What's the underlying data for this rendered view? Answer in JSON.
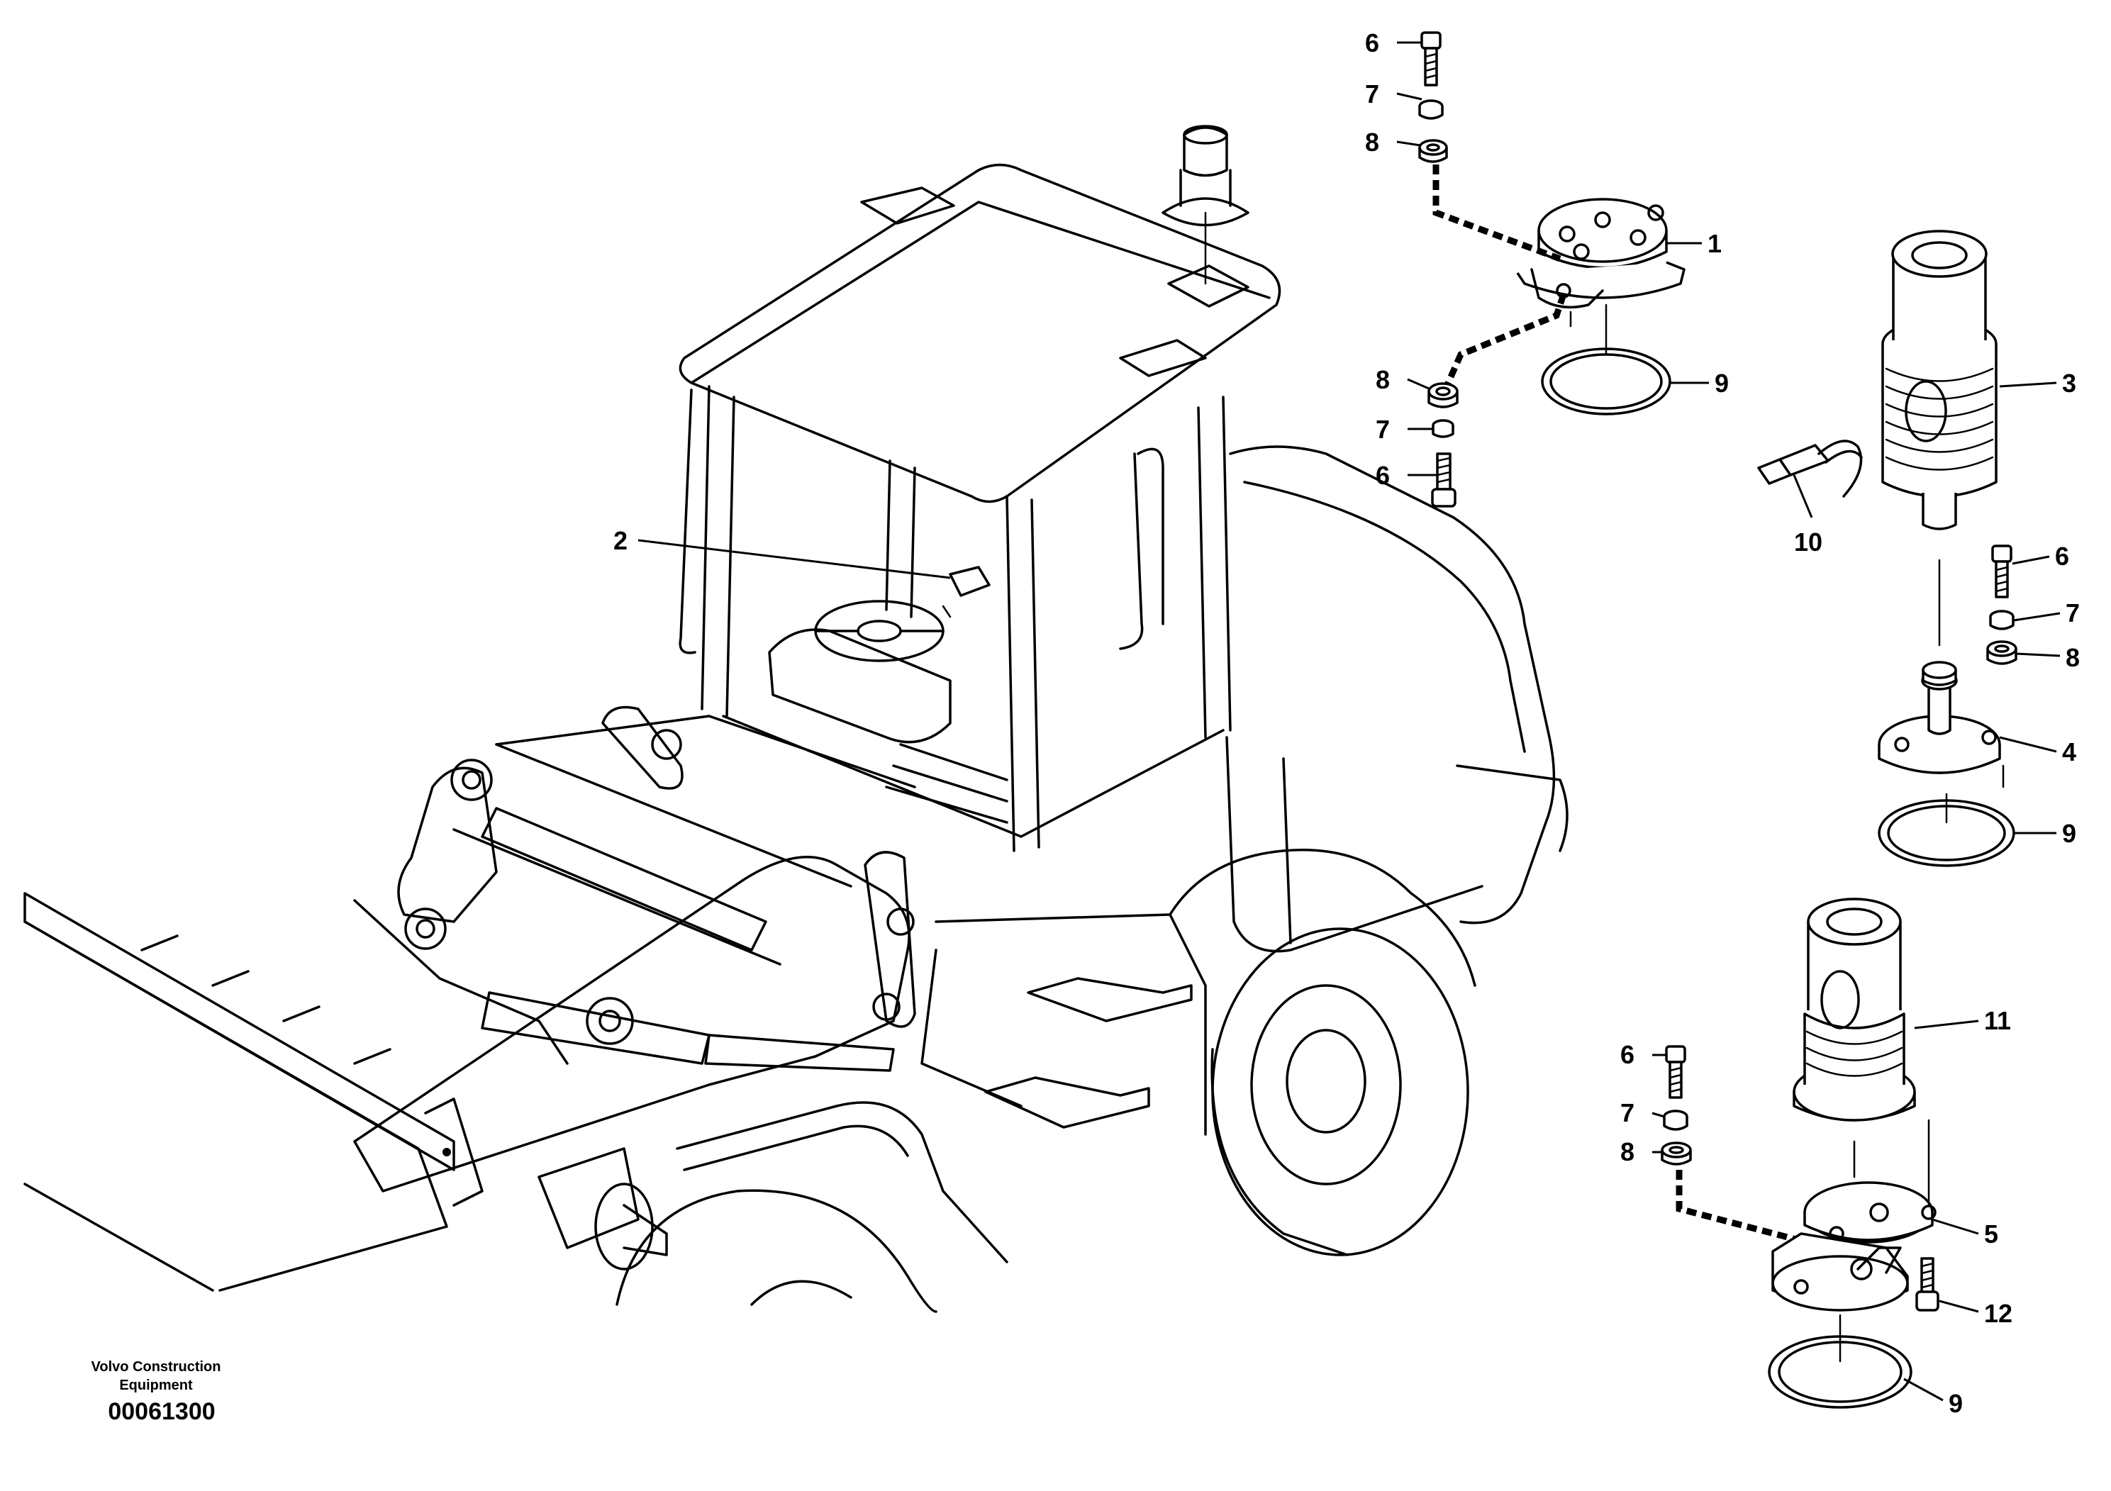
{
  "footer": {
    "company_line1": "Volvo Construction",
    "company_line2": "Equipment",
    "drawing_number": "00061300"
  },
  "callouts": {
    "c1": "1",
    "c2": "2",
    "c3": "3",
    "c4": "4",
    "c5": "5",
    "c6a": "6",
    "c6b": "6",
    "c6c": "6",
    "c6d": "6",
    "c7a": "7",
    "c7b": "7",
    "c7c": "7",
    "c7d": "7",
    "c8a": "8",
    "c8b": "8",
    "c8c": "8",
    "c8d": "8",
    "c9a": "9",
    "c9b": "9",
    "c9c": "9",
    "c10": "10",
    "c11": "11",
    "c12": "12"
  }
}
